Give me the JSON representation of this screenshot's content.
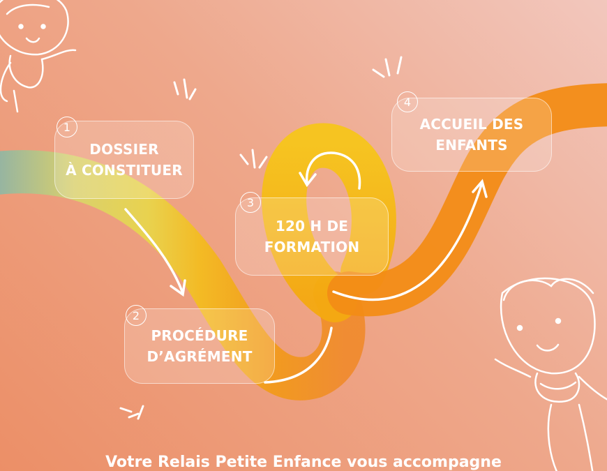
{
  "steps": [
    {
      "number": "1",
      "label": "DOSSIER\nÀ CONSTITUER"
    },
    {
      "number": "2",
      "label": "PROCÉDURE\nD’AGRÉMENT"
    },
    {
      "number": "3",
      "label": "120 H DE\nFORMATION"
    },
    {
      "number": "4",
      "label": "ACCUEIL DES\nENFANTS"
    }
  ],
  "footer": {
    "text": "Votre Relais Petite Enfance vous accompagne"
  },
  "colors": {
    "path_teal": "#7fb2b0",
    "path_yellow": "#e8d84a",
    "path_gold": "#f4bd1a",
    "path_orange": "#f28a16",
    "arrow": "#ffffff"
  },
  "icons": [
    "child-girl-illustration",
    "child-boy-illustration",
    "loop-arrow-icon",
    "sparkle-icon"
  ]
}
